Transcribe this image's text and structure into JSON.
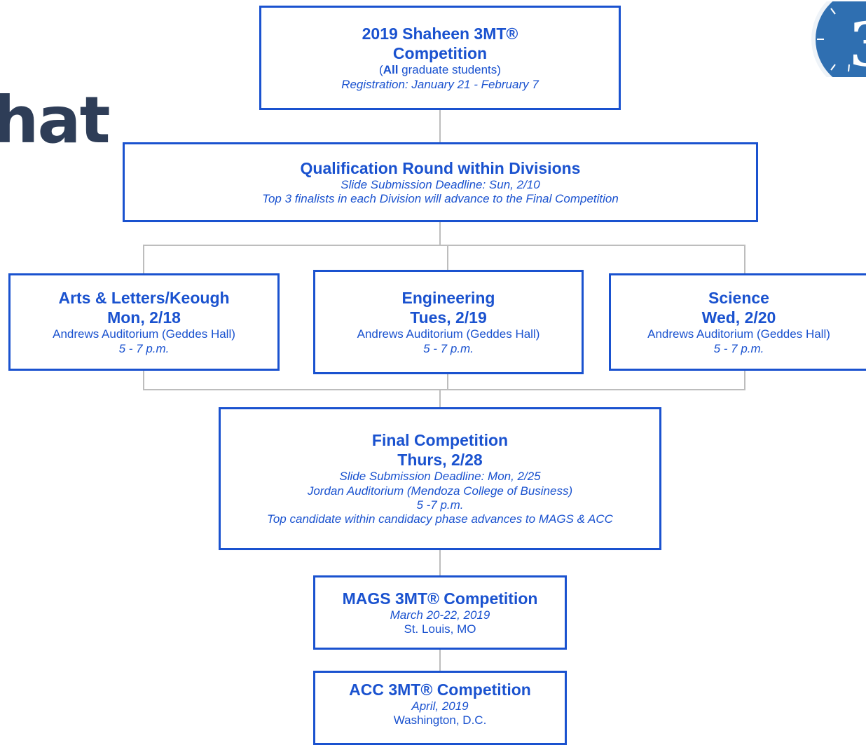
{
  "background": {
    "cropped_title_text": "hat"
  },
  "colors": {
    "box_border": "#1a52cf",
    "box_text": "#1a52cf",
    "connector": "#bdbdbd",
    "heading_dark": "#2e3d57",
    "logo_blue": "#2f6fb1"
  },
  "logo": {
    "icon": "3mt-logo-icon",
    "glyph": "3"
  },
  "top": {
    "title_line1": "2019 Shaheen 3MT®",
    "title_line2": "Competition",
    "eligibility_open": "(",
    "eligibility_bold": "All",
    "eligibility_rest": " graduate students)",
    "registration": "Registration: January 21 - February 7"
  },
  "qualification": {
    "title": "Qualification Round within Divisions",
    "deadline": "Slide Submission Deadline: Sun, 2/10",
    "note": "Top 3 finalists in each Division will advance to the Final Competition"
  },
  "divisions": [
    {
      "name": "Arts & Letters/Keough",
      "date": "Mon, 2/18",
      "venue": "Andrews Auditorium (Geddes Hall)",
      "time": "5 - 7 p.m."
    },
    {
      "name": "Engineering",
      "date": "Tues, 2/19",
      "venue": "Andrews Auditorium (Geddes Hall)",
      "time": "5 - 7 p.m."
    },
    {
      "name": "Science",
      "date": "Wed, 2/20",
      "venue": "Andrews Auditorium (Geddes Hall)",
      "time": "5 - 7 p.m."
    }
  ],
  "final": {
    "title": "Final Competition",
    "date": "Thurs, 2/28",
    "deadline": "Slide Submission Deadline: Mon, 2/25",
    "venue": "Jordan Auditorium (Mendoza College of Business)",
    "time": "5 -7 p.m.",
    "note": "Top candidate within candidacy phase advances to MAGS & ACC"
  },
  "mags": {
    "title": "MAGS 3MT® Competition",
    "date": "March 20-22, 2019",
    "location": "St. Louis, MO"
  },
  "acc": {
    "title": "ACC 3MT® Competition",
    "date": "April, 2019",
    "location": "Washington, D.C."
  }
}
